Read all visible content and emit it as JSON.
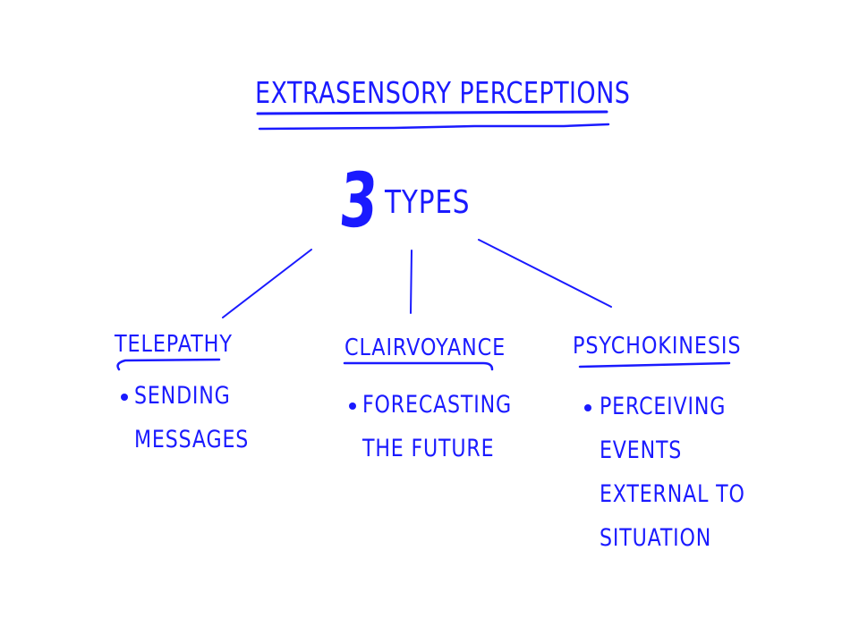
{
  "title": "EXTRASENSORY PERCEPTIONS",
  "subtitle": {
    "number": "3",
    "word": "TYPES"
  },
  "branches": [
    {
      "title": "TELEPATHY",
      "lines": [
        "SENDING",
        "MESSAGES"
      ]
    },
    {
      "title": "CLAIRVOYANCE",
      "lines": [
        "FORECASTING",
        "THE FUTURE"
      ]
    },
    {
      "title": "PSYCHOKINESIS",
      "lines": [
        "PERCEIVING",
        "EVENTS",
        "EXTERNAL TO",
        "SITUATION"
      ]
    }
  ],
  "colors": {
    "ink": "#1a1aff",
    "background": "#ffffff"
  }
}
